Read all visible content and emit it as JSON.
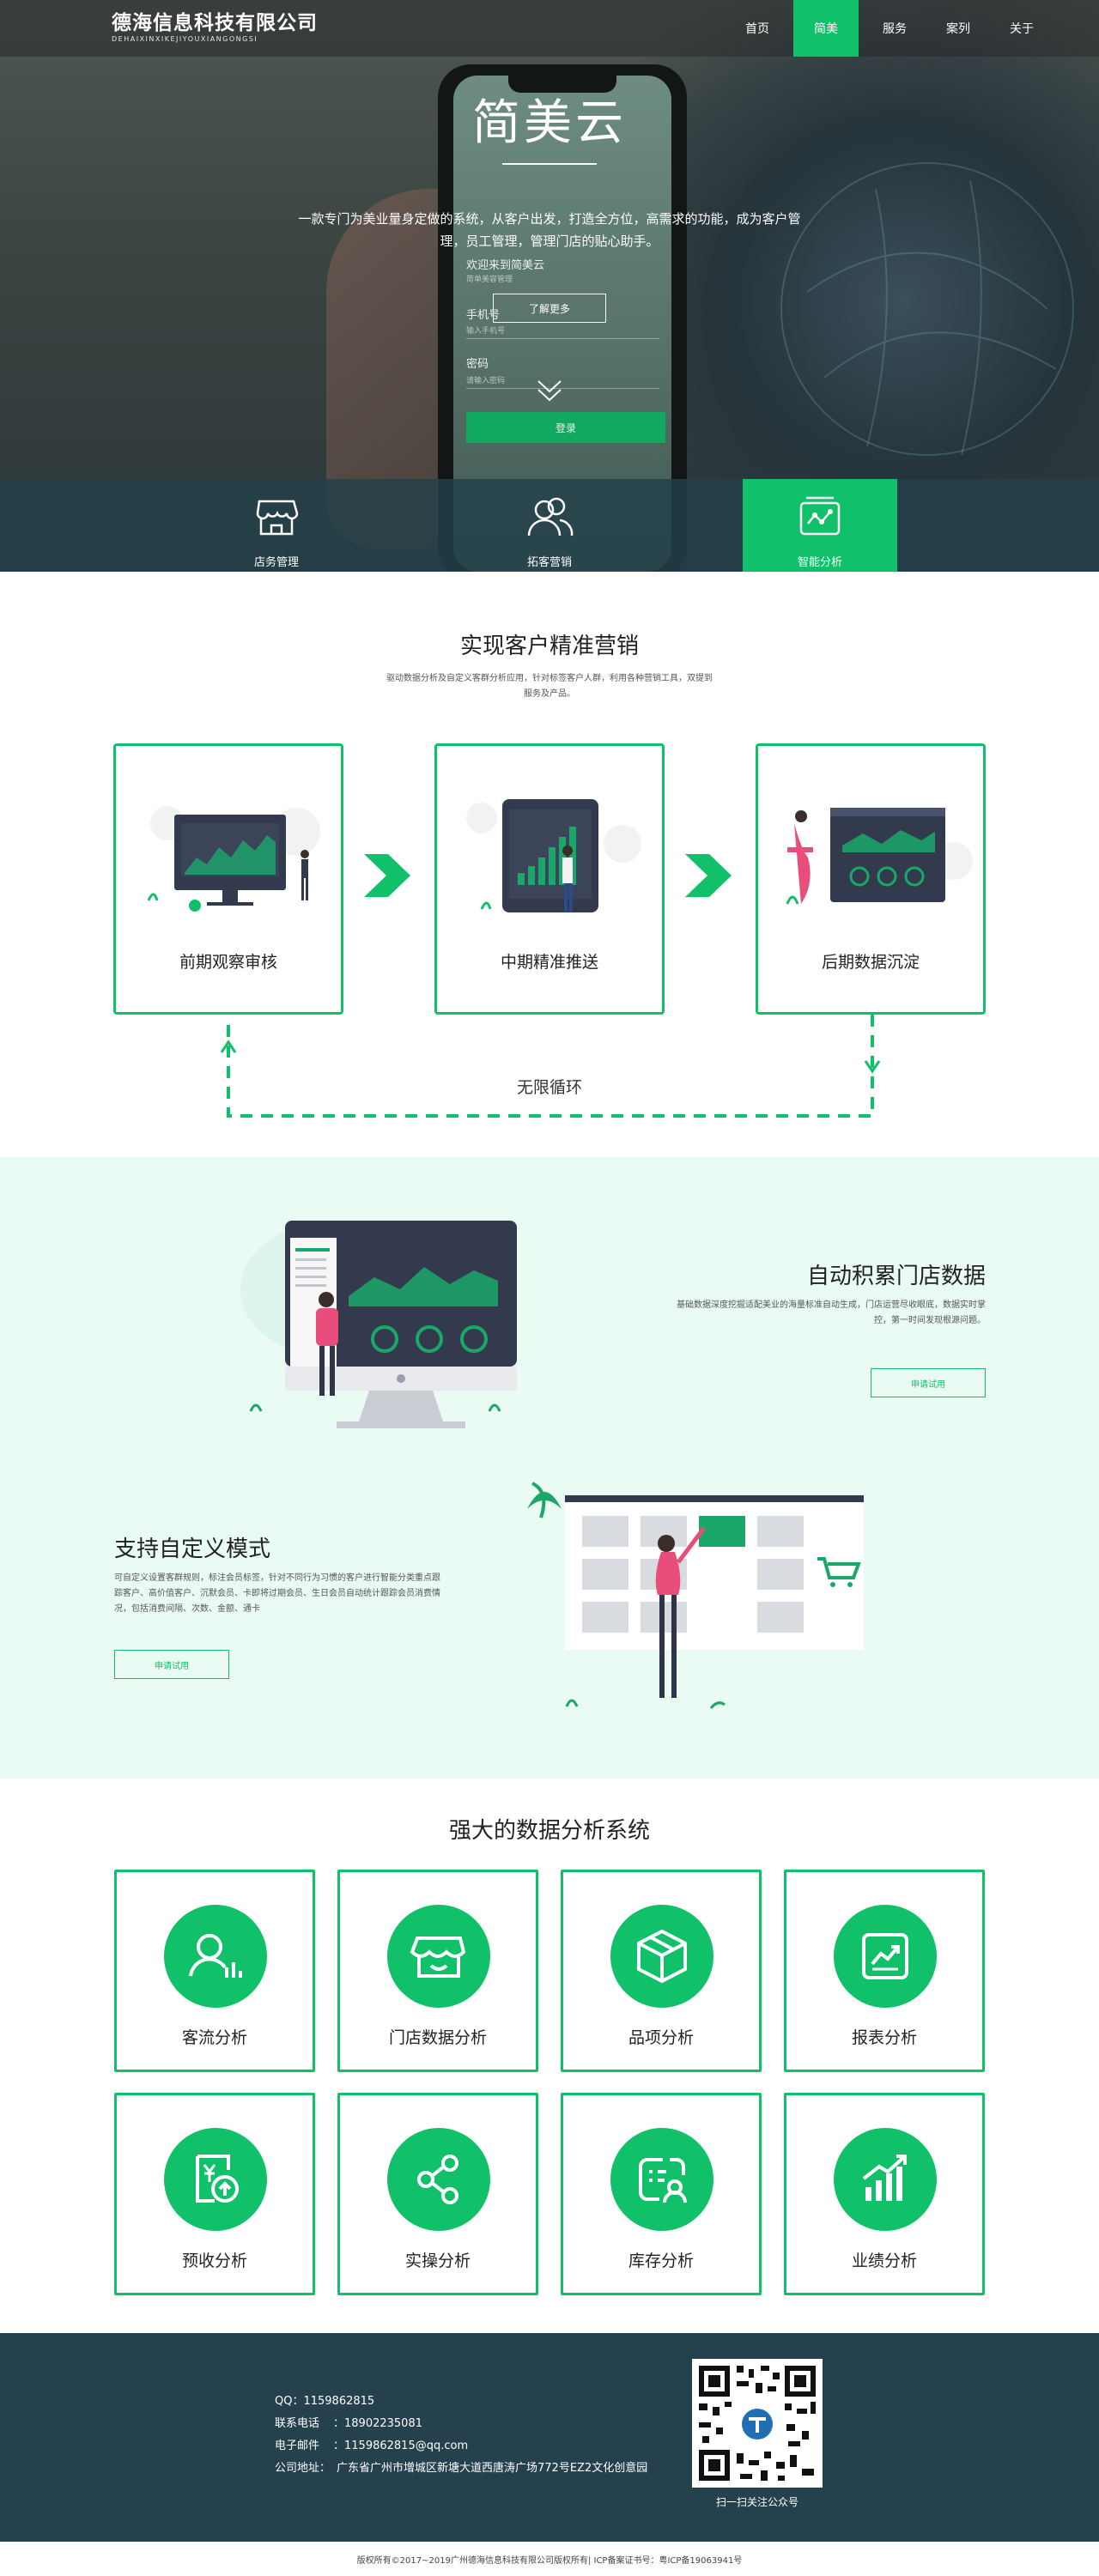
{
  "header": {
    "logo_cn": "德海信息科技有限公司",
    "logo_en": "DEHAIXINXIKEJIYOUXIANGONGSI",
    "nav": [
      "首页",
      "简美",
      "服务",
      "案列",
      "关于"
    ],
    "active_nav": "简美"
  },
  "hero": {
    "title": "简美云",
    "desc": "一款专门为美业量身定做的系统，从客户出发，打造全方位，高需求的功能，成为客户管理，员工管理，管理门店的贴心助手。",
    "more_button": "了解更多",
    "phone": {
      "welcome": "欢迎来到简美云",
      "welcome_sub": "简单美容管理",
      "phone_label": "手机号",
      "phone_placeholder": "输入手机号",
      "password_label": "密码",
      "password_placeholder": "请输入密码",
      "login": "登录"
    },
    "features": [
      {
        "label": "店务管理",
        "icon": "store-icon"
      },
      {
        "label": "拓客营销",
        "icon": "users-icon"
      },
      {
        "label": "智能分析",
        "icon": "analytics-icon"
      }
    ]
  },
  "precision": {
    "title": "实现客户精准营销",
    "subtitle": "驱动数据分析及自定义客群分析应用，针对标签客户人群，利用各种营销工具，双提到服务及产品。",
    "steps": [
      "前期观察审核",
      "中期精准推送",
      "后期数据沉淀"
    ],
    "loop_label": "无限循环"
  },
  "mint": {
    "block1": {
      "title": "自动积累门店数据",
      "desc": "基础数据深度挖掘适配美业的海量标准自动生成，门店运营尽收眼底，数据实时掌控，第一时间发现根源问题。",
      "button": "申请试用"
    },
    "block2": {
      "title": "支持自定义模式",
      "desc": "可自定义设置客群规则，标注会员标签，针对不同行为习惯的客户进行智能分类重点跟踪客户、高价值客户、沉默会员、卡即将过期会员、生日会员自动统计跟踪会员消费情况，包括消费间隔、次数、金额、通卡",
      "button": "申请试用"
    }
  },
  "analysis": {
    "title": "强大的数据分析系统",
    "items": [
      {
        "label": "客流分析",
        "icon": "customer-flow-icon"
      },
      {
        "label": "门店数据分析",
        "icon": "store-data-icon"
      },
      {
        "label": "品项分析",
        "icon": "item-box-icon"
      },
      {
        "label": "报表分析",
        "icon": "report-icon"
      },
      {
        "label": "预收分析",
        "icon": "prepaid-icon"
      },
      {
        "label": "实操分析",
        "icon": "share-icon"
      },
      {
        "label": "库存分析",
        "icon": "inventory-icon"
      },
      {
        "label": "业绩分析",
        "icon": "performance-icon"
      }
    ]
  },
  "footer": {
    "qq": "QQ：1159862815",
    "phone_key": "联系电话",
    "phone_val": "：18902235081",
    "email_key": "电子邮件",
    "email_val": "：1159862815@qq.com",
    "addr_key": "公司地址：",
    "addr_val": "广东省广州市增城区新塘大道西唐涛广场772号EZ2文化创意园",
    "qr_label": "扫一扫关注公众号",
    "copyright": "版权所有©2017~2019广州德海信息科技有限公司版权所有| ICP备案证书号：粤ICP备19063941号"
  },
  "colors": {
    "accent": "#10c169",
    "footer_bg": "#26414e",
    "mint_bg": "#eafbf3"
  }
}
